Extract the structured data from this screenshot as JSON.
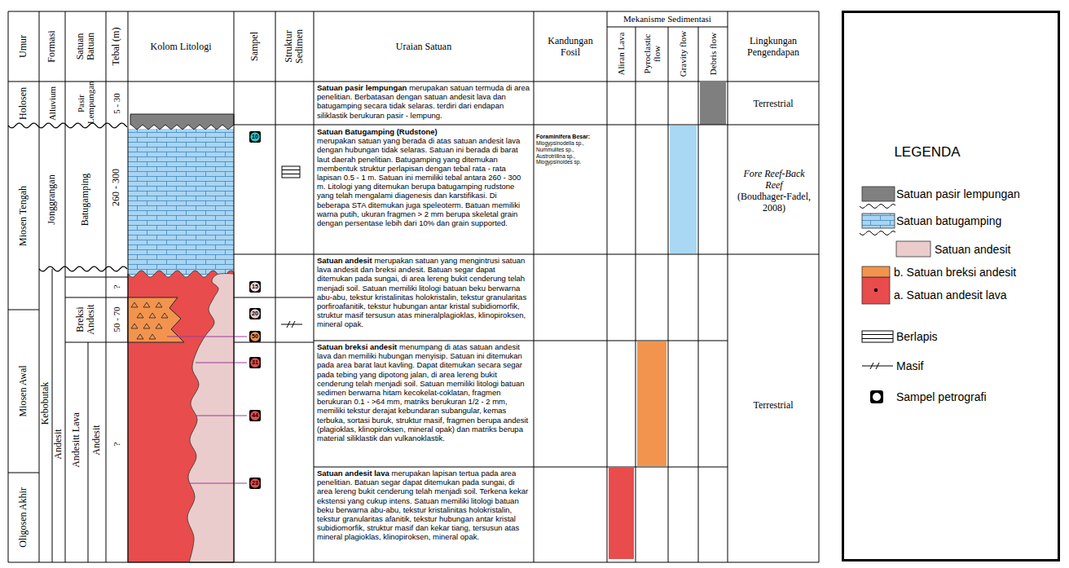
{
  "diagram": {
    "labels": [
      "Umur",
      "Formasi",
      "Satuan Batuan",
      "Tebal (m)",
      "Kolom Litologi",
      "Sampel",
      "Struktur Sedimen",
      "Uraian Satuan",
      "Kandungan Fosil",
      "Mekanisme Sedimentasi",
      "Aliran Lava",
      "Pyroclastic flow",
      "Gravity flow",
      "Debris flow",
      "Lingkungan Pengendapan",
      "Holosen",
      "Alluvium",
      "Pasir Lempungan",
      "5 - 30",
      "Satuan pasir lempungan",
      "merupakan satuan termuda di area penelitian. Berbatasan dengan satuan andesit lava dan batugamping secara tidak selaras. terdiri dari endapan siliklastik berukuran pasir - lempung.",
      "Terrestrial",
      "Miosen Tengah",
      "Jonggrangan",
      "Batugamping",
      "260 - 300",
      "10",
      "Satuan Batugamping (Rudstone)",
      "merupakan satuan yang berada di atas satuan andesit lava dengan hubungan tidak selaras. Satuan ini berada di barat laut daerah penelitian. Batugamping yang ditemukan membentuk struktur perlapisan dengan tebal rata - rata lapisan 0.5 - 1 m. Satuan ini memiliki tebal antara 260 - 300 m. Litologi yang ditemukan berupa batugamping rudstone yang telah mengalami diagenesis dan karstifikasi. Di beberapa STA ditemukan juga speleoterm. Batuan memiliki warna putih, ukuran fragmen > 2 mm berupa skeletal grain dengan persentase lebih dari 10% dan grain supported.",
      "Foraminifera Besar:",
      "Miogypsinodella sp.,",
      "Nummulites sp.,",
      "Austrotrillina sp.,",
      "Miogypsinoides sp.",
      "Fore Reef-Back Reef",
      "(Boudhager-Fadel, 2008)",
      "Miosen Awal",
      "Oligosen Akhir",
      "Kebobutak",
      "Andesit",
      "?",
      "15",
      "Satuan andesit",
      "merupakan satuan yang mengintrusi satuan lava andesit dan breksi andesit. Batuan segar dapat ditemukan pada sungai, di area lereng bukit cenderung telah menjadi soil. Satuan memiliki litologi batuan beku berwarna abu-abu, tekstur kristalinitas holokristalin, tekstur granularitas porfiroafanitik, tekstur hubungan antar kristal subidiomorfik, struktur masif tersusun atas mineralplagioklas, klinopiroksen, mineral opak.",
      "Breksi Andesit",
      "50 - 70",
      "20",
      "50",
      "Andesitt Lava",
      "Andesit",
      "?",
      "31",
      "44",
      "23",
      "Satuan breksi andesit",
      "menumpang di atas satuan andesit lava dan memiliki hubungan menyisip. Satuan ini ditemukan pada area barat laut kavling. Dapat ditemukan secara segar pada tebing yang dipotong jalan, di area lereng bukit cenderung telah menjadi soil. Satuan memiliki litologi batuan sedimen berwarna hitam kecokelat-coklatan, fragmen berukuran 0.1 - >64 mm, matriks berukuran 1/2 - 2 mm, memiliki tekstur derajat kebundaran subangular, kemas terbuka, sortasi buruk, struktur masif, fragmen berupa andesit (plagioklas, klinopiroksen, mineral opak) dan matriks berupa material siliklastik dan vulkanoklastik.",
      "Satuan andesit lava",
      "merupakan lapisan tertua pada area penelitian. Batuan segar dapat ditemukan pada sungai, di area lereng bukit cenderung telah menjadi soil. Terkena kekar ekstensi yang cukup intens. Satuan memiliki litologi batuan beku berwarna abu-abu, tekstur kristalinitas holokristalin, tekstur granularitas afanitik, tekstur hubungan antar kristal subidiomorfik, struktur masif dan kekar tiang, tersusun atas mineral plagioklas, klinopiroksen, mineral opak.",
      "Terrestrial",
      "LEGENDA"
    ],
    "legend": [
      {
        "text": "Satuan pasir lempungan",
        "color": "#808080"
      },
      {
        "text": "Satuan batugamping"
      },
      {
        "text": "Satuan andesit",
        "color": "#ebcccc"
      },
      {
        "text": "b. Satuan breksi andesit"
      },
      {
        "text": "a. Satuan andesit lava",
        "color": "#e84c4c"
      },
      {
        "text": "Berlapis"
      },
      {
        "text": "Masif"
      },
      {
        "text": "Sampel petrografi"
      }
    ]
  }
}
